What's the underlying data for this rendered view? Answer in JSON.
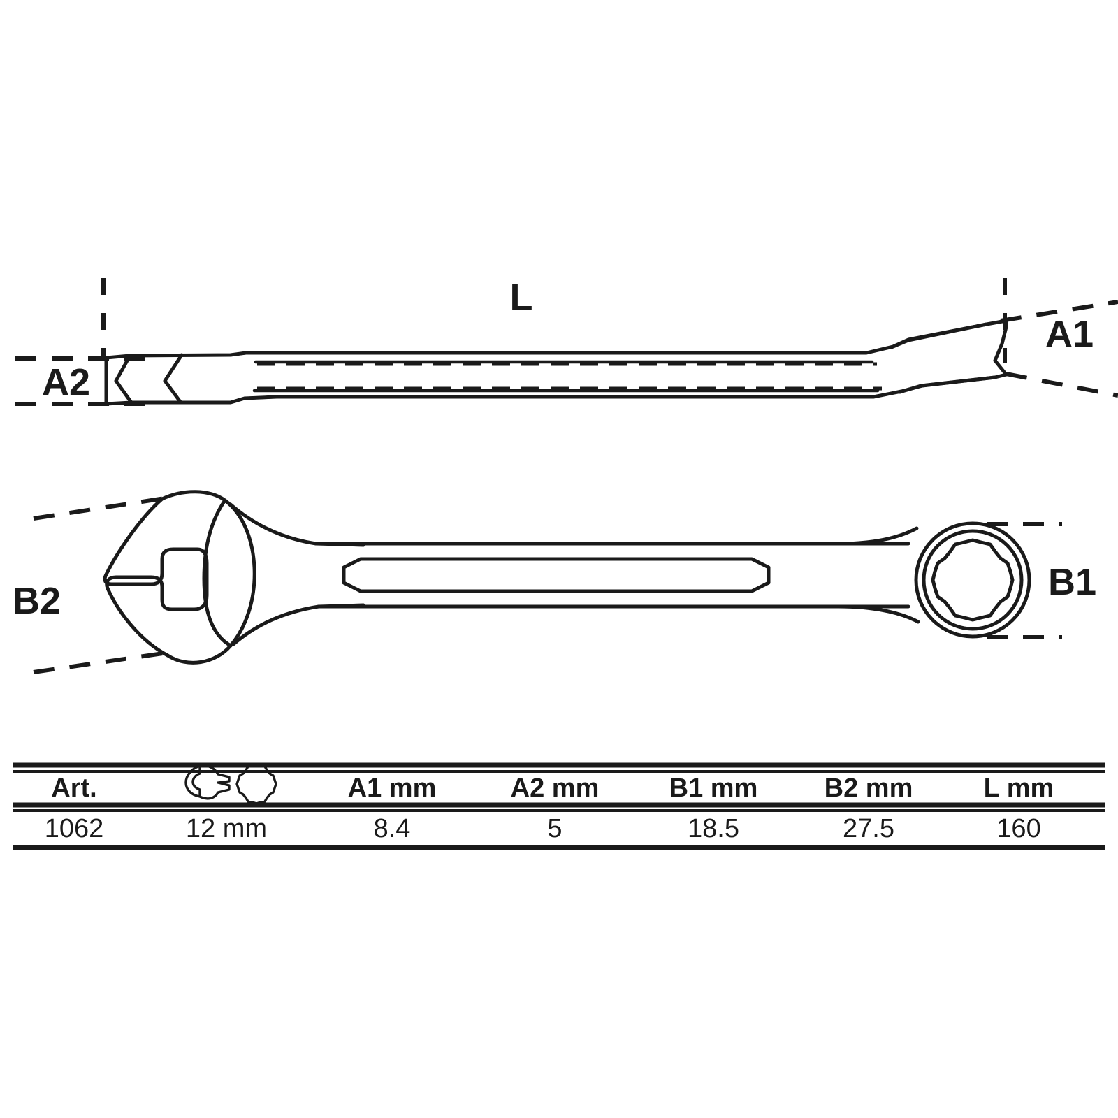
{
  "drawing": {
    "title": "combination-wrench-dimension-drawing",
    "dimension_labels": {
      "length": "L",
      "a1": "A1",
      "a2": "A2",
      "b1": "B1",
      "b2": "B2"
    },
    "views": {
      "side_view_name": "side-profile-view",
      "plan_view_name": "top-plan-view"
    }
  },
  "table": {
    "headers": [
      "Art.",
      "",
      "A1  mm",
      "A2  mm",
      "B1  mm",
      "B2  mm",
      "L  mm"
    ],
    "header_icons": [
      "open-end-wrench-icon",
      "twelve-point-ring-icon"
    ],
    "rows": [
      {
        "art": "1062",
        "size": "12 mm",
        "a1": "8.4",
        "a2": "5",
        "b1": "18.5",
        "b2": "27.5",
        "l": "160"
      }
    ]
  },
  "colors": {
    "ink": "#1a1a1a",
    "background": "#ffffff"
  }
}
